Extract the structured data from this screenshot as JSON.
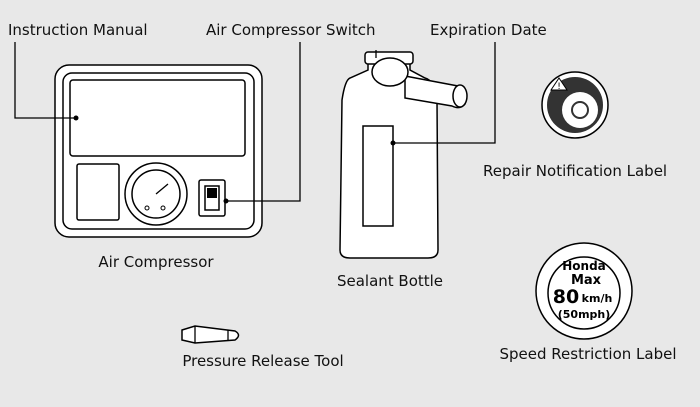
{
  "labels": {
    "instruction_manual": "Instruction Manual",
    "air_compressor_switch": "Air Compressor Switch",
    "expiration_date": "Expiration Date",
    "repair_notification_label": "Repair Notification Label",
    "air_compressor": "Air Compressor",
    "sealant_bottle": "Sealant Bottle",
    "speed_restriction_label": "Speed Restriction Label",
    "pressure_release_tool": "Pressure Release Tool"
  },
  "speed_sticker": {
    "brand": "Honda",
    "max": "Max",
    "speed": "80",
    "unit": "km/h",
    "mph": "(50mph)"
  },
  "colors": {
    "background": "#e8e8e8"
  }
}
